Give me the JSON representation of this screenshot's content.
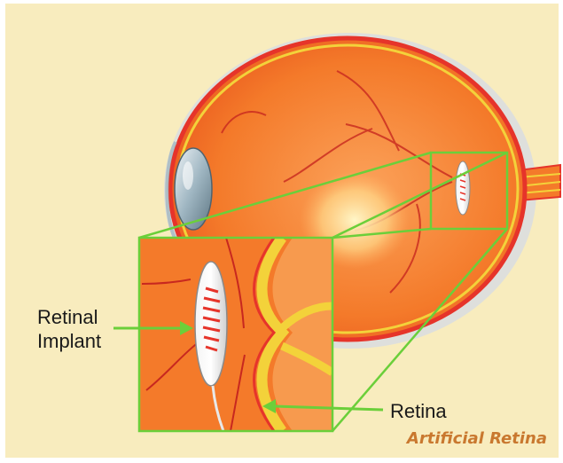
{
  "labels": {
    "implant_line1": "Retinal",
    "implant_line2": "Implant",
    "retina": "Retina",
    "caption": "Artificial Retina"
  },
  "colors": {
    "background": "#f8ecbe",
    "eye_fill": "#f47a2a",
    "eye_rim": "#e6342a",
    "retina_band": "#f3d23a",
    "vessels": "#c8281f",
    "zoom_box": "#6bcf3a",
    "arrow": "#6bcf3a",
    "caption": "#c9782f"
  },
  "icons": [
    "lens-icon",
    "optic-nerve-icon",
    "retinal-implant-icon"
  ]
}
